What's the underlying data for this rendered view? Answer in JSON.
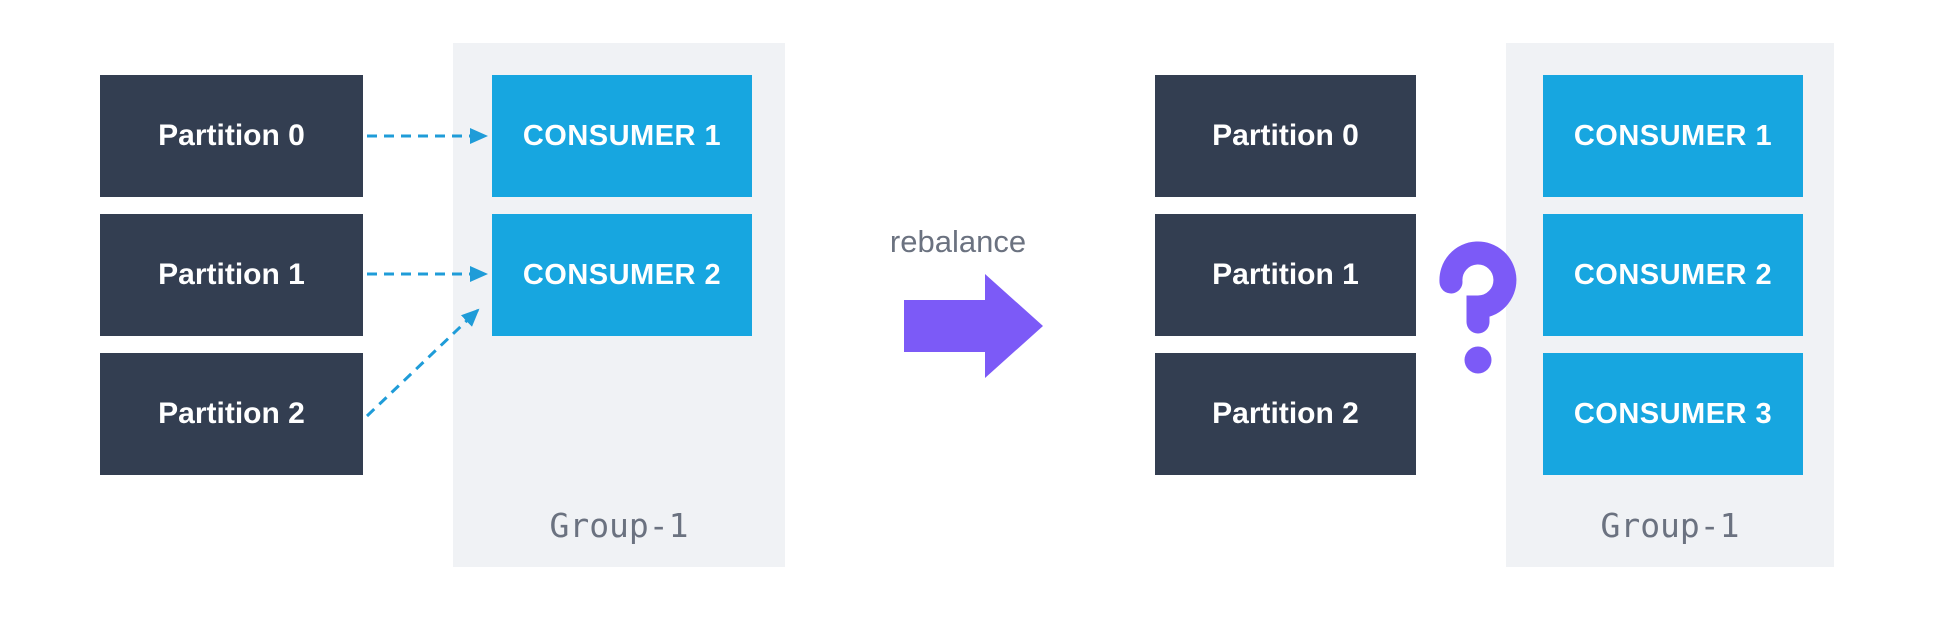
{
  "colors": {
    "partition_box": "#333E51",
    "consumer_box": "#17A6E0",
    "group_panel": "#F0F2F5",
    "assignment_arrow": "#1F9CD8",
    "accent_purple": "#7C5AF7",
    "muted_text": "#6B7280",
    "box_text": "#FFFFFF",
    "background": "#FFFFFF"
  },
  "before": {
    "partitions": [
      "Partition 0",
      "Partition 1",
      "Partition 2"
    ],
    "group": {
      "label": "Group-1",
      "consumers": [
        "CONSUMER 1",
        "CONSUMER 2"
      ]
    },
    "assignments": [
      {
        "from": "Partition 0",
        "to": "CONSUMER 1"
      },
      {
        "from": "Partition 1",
        "to": "CONSUMER 2"
      },
      {
        "from": "Partition 2",
        "to": "CONSUMER 2"
      }
    ]
  },
  "transition": {
    "label": "rebalance",
    "arrow_icon": "→"
  },
  "after": {
    "partitions": [
      "Partition 0",
      "Partition 1",
      "Partition 2"
    ],
    "question_mark": "?",
    "group": {
      "label": "Group-1",
      "consumers": [
        "CONSUMER 1",
        "CONSUMER 2",
        "CONSUMER 3"
      ]
    }
  }
}
